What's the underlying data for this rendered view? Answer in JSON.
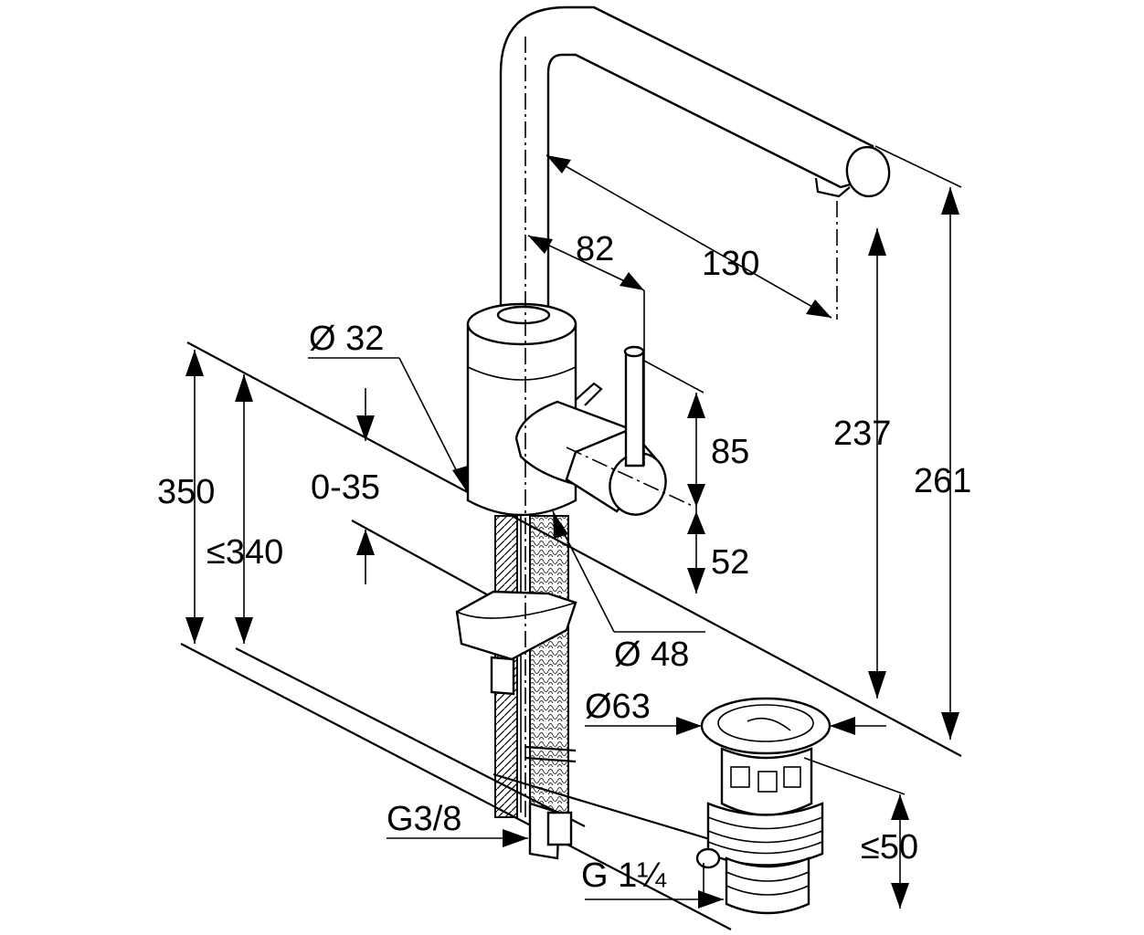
{
  "dimensions": {
    "spout_reach": "130",
    "spout_offset": "82",
    "body_diameter": "Ø 32",
    "lever_height": "85",
    "lever_base": "52",
    "outlet_height": "237",
    "total_height": "261",
    "overall_length": "350",
    "max_length": "≤340",
    "deck_thickness": "0-35",
    "base_diameter": "Ø 48",
    "waste_diameter": "Ø63",
    "waste_depth": "≤50",
    "supply_thread": "G3/8",
    "waste_thread": "G 1¼"
  }
}
